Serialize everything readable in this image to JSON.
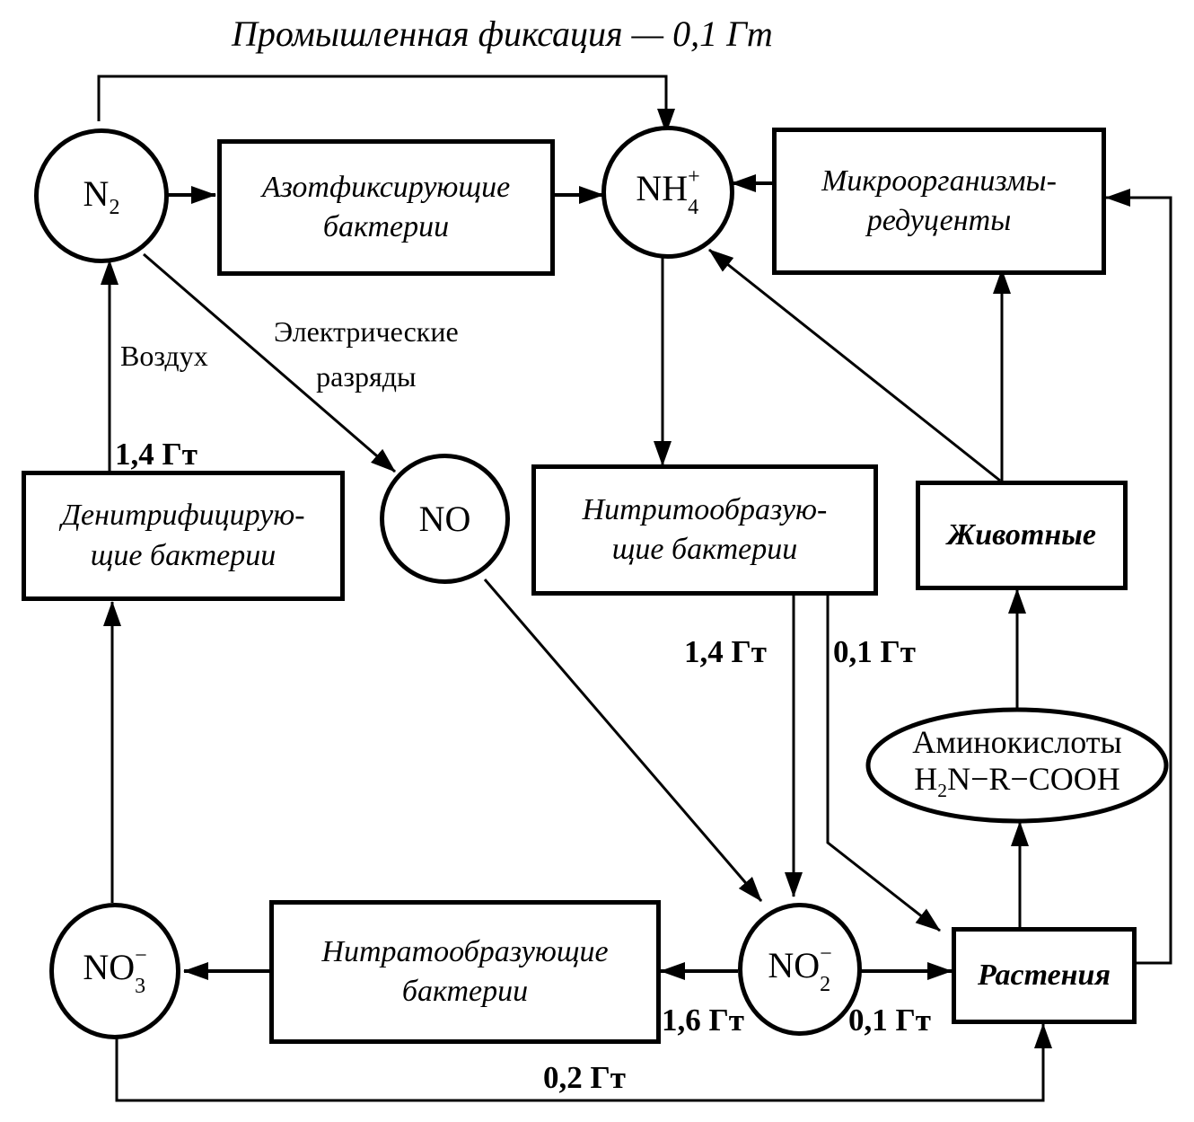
{
  "title": "Промышленная фиксация — 0,1 Гт",
  "nodes": {
    "n2": {
      "main": "N",
      "sub": "2"
    },
    "nh4": {
      "main": "NH",
      "sub": "4",
      "sup": "+"
    },
    "no": {
      "main": "NO"
    },
    "no2": {
      "main": "NO",
      "sub": "2",
      "sup": "−"
    },
    "no3": {
      "main": "NO",
      "sub": "3",
      "sup": "−"
    }
  },
  "boxes": {
    "nitrogen_fixing": [
      "Азотфиксирующие",
      "бактерии"
    ],
    "decomposers": [
      "Микроорганизмы-",
      "редуценты"
    ],
    "denitrifying": [
      "Денитрифицирую-",
      "щие бактерии"
    ],
    "nitrite_forming": [
      "Нитритообразую-",
      "щие бактерии"
    ],
    "animals": "Животные",
    "nitrate_forming": [
      "Нитратообразующие",
      "бактерии"
    ],
    "plants": "Растения"
  },
  "amino_acids": {
    "line1": "Аминокислоты",
    "formula_h": "H",
    "formula_sub": "2",
    "formula_rest": "N−R−COOH"
  },
  "labels": {
    "air": "Воздух",
    "electric_1": "Электрические",
    "electric_2": "разряды",
    "denitrif_flow": "1,4 Гт",
    "nitrite_to_no2": "1,4 Гт",
    "nitrite_to_plants": "0,1 Гт",
    "no2_to_nitrate": "1,6 Гт",
    "no2_to_plants": "0,1 Гт",
    "no3_to_plants": "0,2 Гт"
  }
}
